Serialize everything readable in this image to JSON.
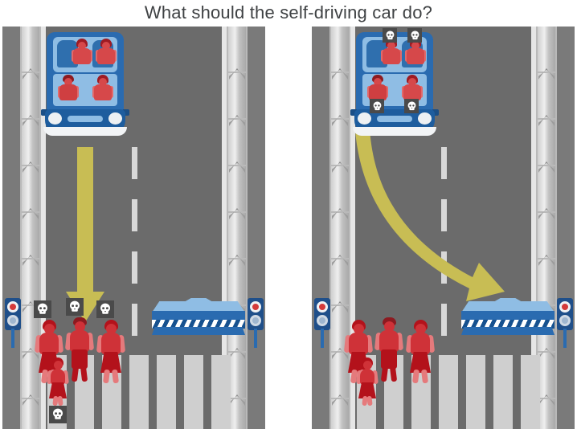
{
  "page": {
    "title": "What should the self-driving car do?",
    "background_color": "#ffffff",
    "title_color": "#3f4244"
  },
  "colors": {
    "road": "#6b6b6b",
    "shoulder": "#7a7a7a",
    "guardrail": "#b9b9b9",
    "lane_marking": "#d8d8d8",
    "crosswalk_stripe": "#cfcfcf",
    "car_body": "#2a6bb0",
    "car_window": "#8fbde4",
    "person_red": "#cf3238",
    "person_dark_red": "#b3121b",
    "arrow_yellow": "#c8bd54",
    "skull_badge": "#4a4a4a",
    "barrier_blue": "#2a6bb0",
    "signal_red": "#d43a3a"
  },
  "scenarios": [
    {
      "id": "left",
      "name": "stay-in-lane",
      "description": "Car continues straight ahead into the pedestrians on the crosswalk",
      "arrow": {
        "type": "straight-down-arrow",
        "color": "#c8bd54"
      },
      "car": {
        "name": "self-driving-car",
        "occupants": [
          {
            "id": "front-left",
            "type": "male",
            "dies": false
          },
          {
            "id": "front-right",
            "type": "female",
            "dies": false
          },
          {
            "id": "rear-left",
            "type": "female",
            "dies": false
          },
          {
            "id": "rear-right",
            "type": "female",
            "dies": false
          }
        ],
        "fatalities": 0
      },
      "pedestrians": [
        {
          "id": "adult-1",
          "type": "female",
          "dies": true
        },
        {
          "id": "adult-2",
          "type": "male",
          "dies": true
        },
        {
          "id": "adult-3",
          "type": "female",
          "dies": true
        },
        {
          "id": "child-1",
          "type": "child",
          "dies": true
        }
      ],
      "pedestrian_fatalities": 4,
      "barrier": {
        "name": "concrete-barrier",
        "hazard_stripes": true
      },
      "signals": [
        {
          "id": "left-signal",
          "state": "red"
        },
        {
          "id": "right-signal",
          "state": "red"
        }
      ]
    },
    {
      "id": "right",
      "name": "swerve-into-barrier",
      "description": "Car swerves right into the concrete barrier, killing its occupants",
      "arrow": {
        "type": "curved-right-arrow",
        "color": "#c8bd54"
      },
      "car": {
        "name": "self-driving-car",
        "occupants": [
          {
            "id": "front-left",
            "type": "male",
            "dies": true
          },
          {
            "id": "front-right",
            "type": "female",
            "dies": true
          },
          {
            "id": "rear-left",
            "type": "female",
            "dies": true
          },
          {
            "id": "rear-right",
            "type": "female",
            "dies": true
          }
        ],
        "fatalities": 4
      },
      "pedestrians": [
        {
          "id": "adult-1",
          "type": "female",
          "dies": false
        },
        {
          "id": "adult-2",
          "type": "male",
          "dies": false
        },
        {
          "id": "adult-3",
          "type": "female",
          "dies": false
        },
        {
          "id": "child-1",
          "type": "child",
          "dies": false
        }
      ],
      "pedestrian_fatalities": 0,
      "barrier": {
        "name": "concrete-barrier",
        "hazard_stripes": true
      },
      "signals": [
        {
          "id": "left-signal",
          "state": "red"
        },
        {
          "id": "right-signal",
          "state": "red"
        }
      ]
    }
  ],
  "icons": {
    "skull": "skull-icon",
    "arrow_straight": "straight-arrow-icon",
    "arrow_curved": "curved-arrow-icon",
    "traffic_signal": "traffic-signal-icon"
  }
}
